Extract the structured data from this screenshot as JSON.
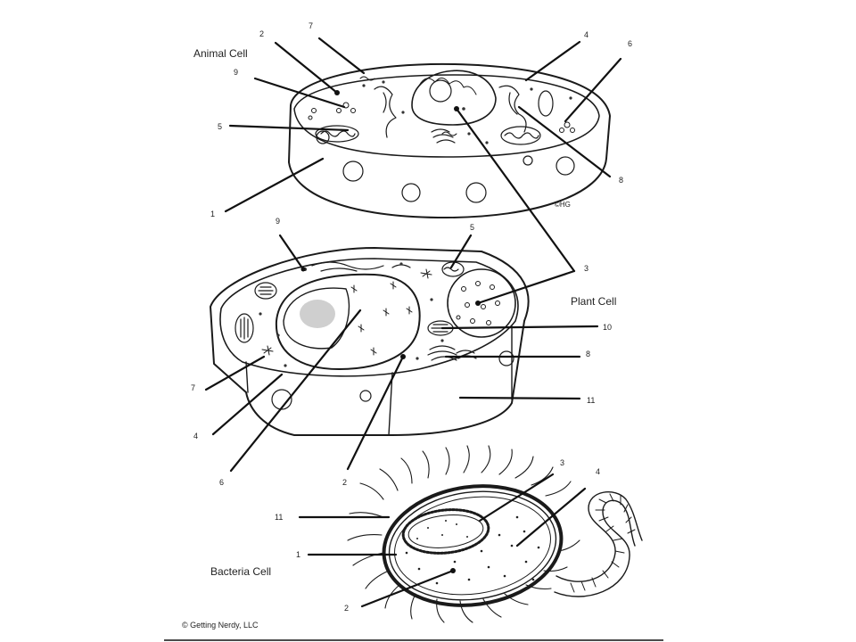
{
  "titles": {
    "animal": "Animal Cell",
    "plant": "Plant Cell",
    "bacteria": "Bacteria Cell"
  },
  "copyright": "© Getting Nerdy, LLC",
  "artist_sig": "©HG",
  "animal_labels": [
    "7",
    "2",
    "9",
    "5",
    "1",
    "4",
    "6",
    "8",
    "3"
  ],
  "plant_labels": [
    "9",
    "5",
    "3",
    "10",
    "8",
    "11",
    "7",
    "4",
    "6",
    "2"
  ],
  "bacteria_labels": [
    "3",
    "4",
    "11",
    "1",
    "2"
  ]
}
